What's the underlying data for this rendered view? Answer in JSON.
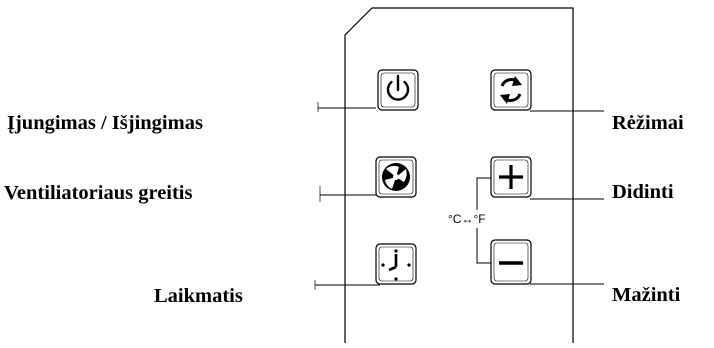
{
  "labels": {
    "power": "Įjungimas / Išjingimas",
    "modes": "Rėžimai",
    "fan_speed": "Ventiliatoriaus greitis",
    "increase": "Didinti",
    "timer": "Laikmatis",
    "decrease": "Mažinti",
    "unit_toggle": "°C↔°F"
  },
  "icons": {
    "power": "power-icon",
    "modes": "cycle-arrows-icon",
    "fan": "fan-icon",
    "plus": "plus-icon",
    "timer": "clock-icon",
    "minus": "minus-icon"
  },
  "colors": {
    "line": "#000000",
    "button_bg": "#ffffff",
    "icon": "#000000"
  }
}
